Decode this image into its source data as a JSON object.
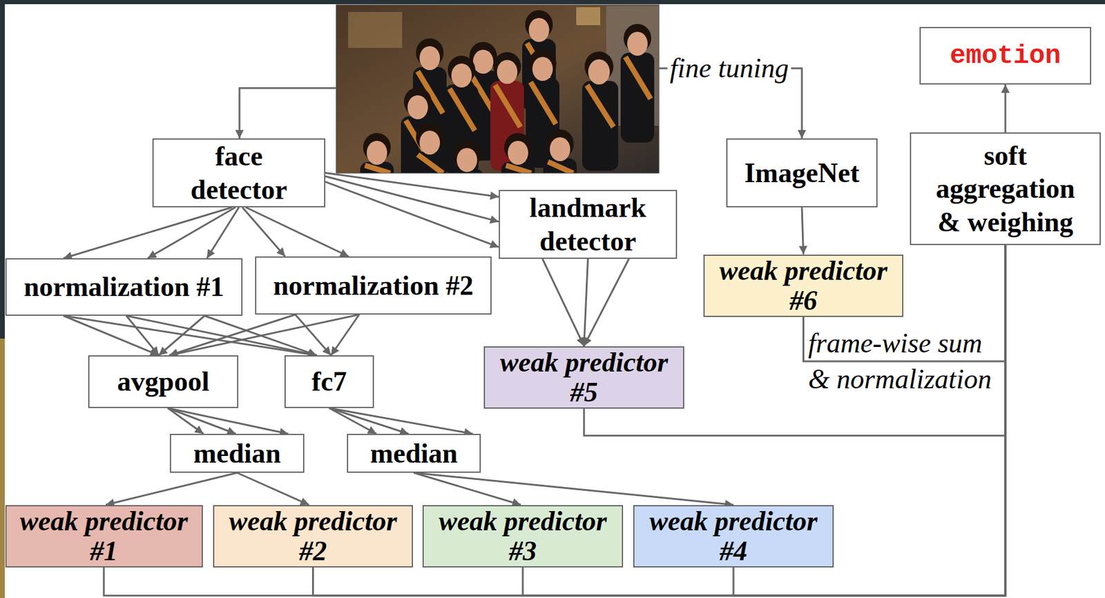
{
  "diagram": {
    "nodes": [
      {
        "text": [
          "face detector"
        ]
      },
      {
        "text": [
          "landmark detector"
        ]
      },
      {
        "text": [
          "ImageNet"
        ]
      },
      {
        "text": [
          "emotion"
        ]
      },
      {
        "text": [
          "soft aggregation & weighing"
        ]
      },
      {
        "text": [
          "normalization #1"
        ]
      },
      {
        "text": [
          "normalization #2"
        ]
      },
      {
        "text": [
          "weak predictor #6"
        ]
      },
      {
        "text": [
          "avgpool"
        ]
      },
      {
        "text": [
          "fc7"
        ]
      },
      {
        "text": [
          "weak predictor #5"
        ]
      },
      {
        "text": [
          "median"
        ]
      },
      {
        "text": [
          "median"
        ]
      },
      {
        "text": [
          "weak predictor #1"
        ]
      },
      {
        "text": [
          "weak predictor #2"
        ]
      },
      {
        "text": [
          "weak predictor #3"
        ]
      },
      {
        "text": [
          "weak predictor #4"
        ]
      }
    ],
    "edges": [
      {
        "from": 0,
        "to": 5,
        "arrow": "to"
      },
      {
        "from": 0,
        "to": 6,
        "arrow": "to"
      },
      {
        "from": 0,
        "to": 1,
        "arrow": "to"
      },
      {
        "from": 1,
        "to": 10,
        "arrow": "to"
      },
      {
        "from": 5,
        "to": 8,
        "arrow": "to"
      },
      {
        "from": 5,
        "to": 9,
        "arrow": "to"
      },
      {
        "from": 6,
        "to": 8,
        "arrow": "to"
      },
      {
        "from": 6,
        "to": 9,
        "arrow": "to"
      },
      {
        "from": 8,
        "to": 11,
        "arrow": "to"
      },
      {
        "from": 9,
        "to": 12,
        "arrow": "to"
      },
      {
        "from": 11,
        "to": 13,
        "arrow": "to"
      },
      {
        "from": 11,
        "to": 14,
        "arrow": "to"
      },
      {
        "from": 12,
        "to": 15,
        "arrow": "to"
      },
      {
        "from": 12,
        "to": 16,
        "arrow": "to"
      },
      {
        "from": 2,
        "to": 7,
        "arrow": "to"
      },
      {
        "from": 7,
        "to": 4,
        "label": "frame-wise sum & normalization",
        "arrow": "none"
      },
      {
        "from": 10,
        "to": 4,
        "arrow": "none"
      },
      {
        "from": 13,
        "to": 4,
        "arrow": "none"
      },
      {
        "from": 14,
        "to": 4,
        "arrow": "none"
      },
      {
        "from": 15,
        "to": 4,
        "arrow": "none"
      },
      {
        "from": 16,
        "to": 4,
        "arrow": "none"
      },
      {
        "from": 4,
        "to": 3,
        "arrow": "to"
      }
    ],
    "labels": [
      "fine tuning"
    ]
  }
}
